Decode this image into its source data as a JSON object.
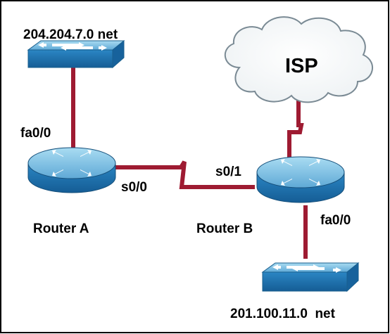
{
  "colors": {
    "link": "#9e1b32",
    "device_top": "#7fc3e6",
    "device_side": "#1f74b3",
    "device_mark": "#ffffff",
    "cloud_fill": "#ffffff",
    "cloud_stroke": "#7a8a94",
    "border": "#000000"
  },
  "labels": {
    "net_top": "204.204.7.0 net",
    "net_bottom": "201.100.11.0  net",
    "router_a": "Router A",
    "router_b": "Router B",
    "isp": "ISP",
    "port_a_fa": "fa0/0",
    "port_a_s": "s0/0",
    "port_b_s": "s0/1",
    "port_b_fa": "fa0/0"
  },
  "icons": {
    "switch": "switch-icon",
    "router": "router-icon",
    "cloud": "cloud-icon"
  }
}
